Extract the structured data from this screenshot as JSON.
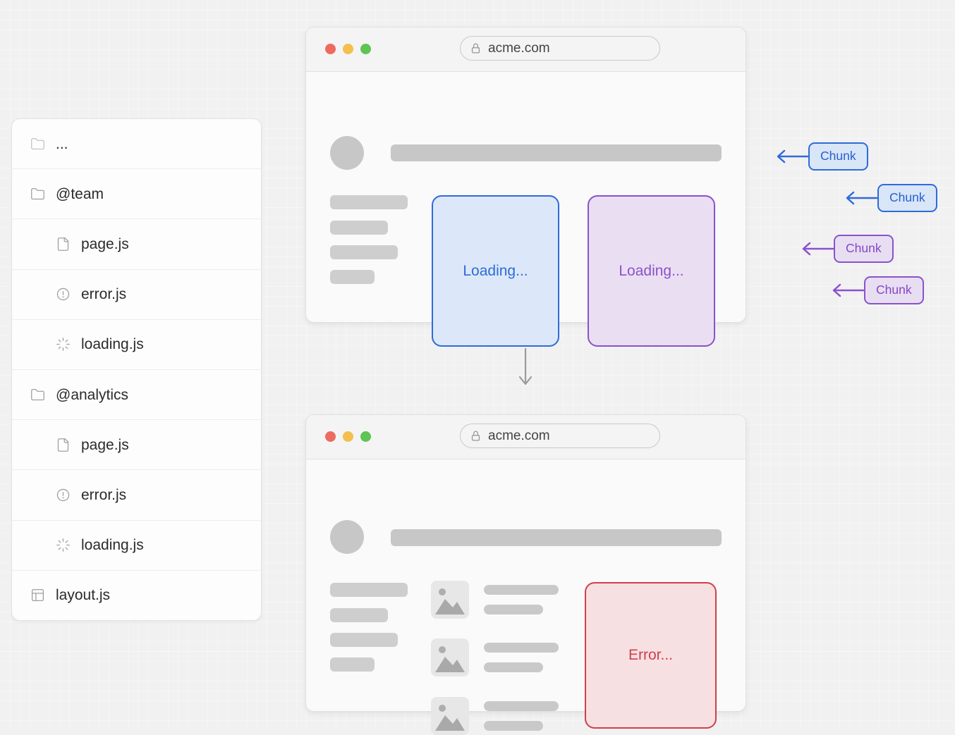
{
  "file_tree": {
    "items": [
      {
        "icon": "folder-icon",
        "label": "...",
        "indent": 0
      },
      {
        "icon": "folder-icon",
        "label": "@team",
        "indent": 0
      },
      {
        "icon": "file-icon",
        "label": "page.js",
        "indent": 1
      },
      {
        "icon": "error-icon",
        "label": "error.js",
        "indent": 1
      },
      {
        "icon": "loading-icon",
        "label": "loading.js",
        "indent": 1
      },
      {
        "icon": "folder-icon",
        "label": "@analytics",
        "indent": 0
      },
      {
        "icon": "file-icon",
        "label": "page.js",
        "indent": 1
      },
      {
        "icon": "error-icon",
        "label": "error.js",
        "indent": 1
      },
      {
        "icon": "loading-icon",
        "label": "loading.js",
        "indent": 1
      },
      {
        "icon": "layout-icon",
        "label": "layout.js",
        "indent": 0
      }
    ]
  },
  "browser_top": {
    "url": "acme.com",
    "panes": [
      {
        "label": "Loading...",
        "accent": "#2e6bd9",
        "fill": "#dce8f9"
      },
      {
        "label": "Loading...",
        "accent": "#8a52cc",
        "fill": "#eadff2"
      }
    ]
  },
  "browser_bottom": {
    "url": "acme.com",
    "error_pane": {
      "label": "Error...",
      "accent": "#d13f4a",
      "fill": "#f7e0e2"
    }
  },
  "chunks": [
    {
      "label": "Chunk",
      "color": "blue"
    },
    {
      "label": "Chunk",
      "color": "blue"
    },
    {
      "label": "Chunk",
      "color": "purple"
    },
    {
      "label": "Chunk",
      "color": "purple"
    }
  ],
  "colors": {
    "accent_blue": "#2e6bd9",
    "accent_purple": "#8a52cc",
    "accent_red": "#d13f4a",
    "traffic_red": "#ee6a5f",
    "traffic_yellow": "#f3bf4f",
    "traffic_green": "#5fc454",
    "skeleton_gray": "#cecece",
    "background": "#f1f1f2"
  }
}
